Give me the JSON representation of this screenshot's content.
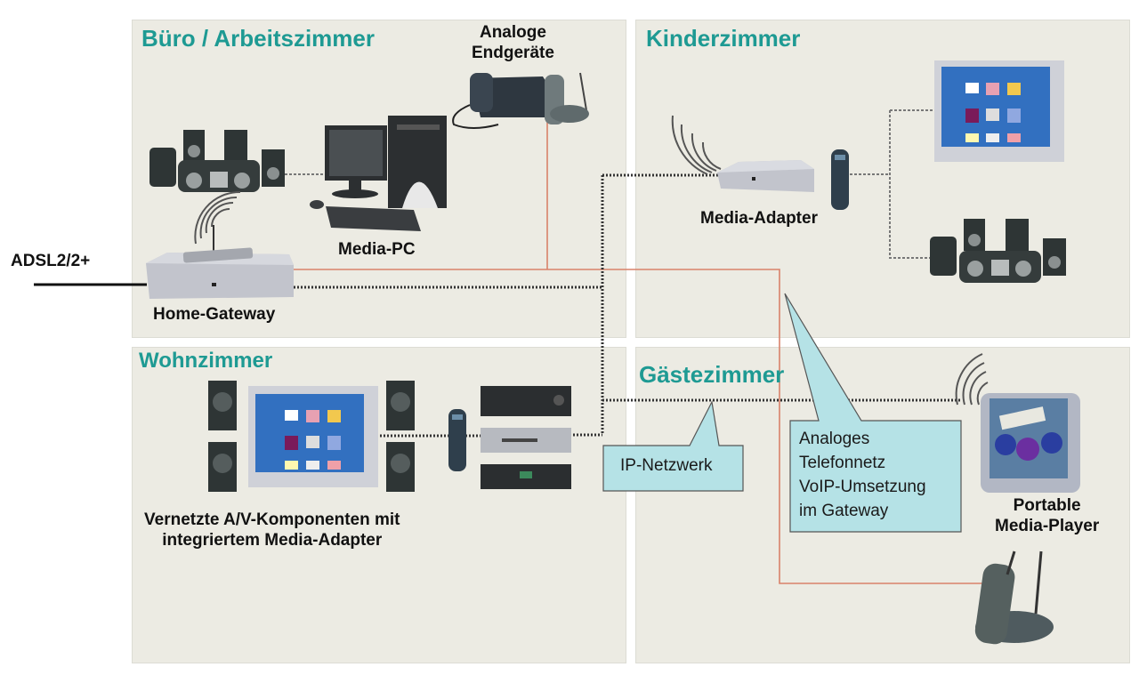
{
  "input": {
    "label": "ADSL2/2+"
  },
  "rooms": {
    "office": {
      "title": "Büro / Arbeitszimmer"
    },
    "kids": {
      "title": "Kinderzimmer"
    },
    "living": {
      "title": "Wohnzimmer"
    },
    "guest": {
      "title": "Gästezimmer"
    }
  },
  "devices": {
    "analog_endpoints": {
      "line1": "Analoge",
      "line2": "Endgeräte"
    },
    "media_pc": {
      "label": "Media-PC"
    },
    "home_gateway": {
      "label": "Home-Gateway"
    },
    "media_adapter": {
      "label": "Media-Adapter"
    },
    "av_components": {
      "line1": "Vernetzte A/V-Komponenten mit",
      "line2": "integriertem Media-Adapter"
    },
    "portable_player": {
      "line1": "Portable",
      "line2": "Media-Player"
    }
  },
  "callouts": {
    "ip_network": {
      "text": "IP-Netzwerk"
    },
    "analog_phone": {
      "line1": "Analoges",
      "line2": "Telefonnetz",
      "line3": "VoIP-Umsetzung",
      "line4": "im Gateway"
    }
  },
  "legend_colors": {
    "room_title": "#1e9a93",
    "room_background": "#ecebe3",
    "callout_fill": "#b5e2e6",
    "phone_line": "#d9826a",
    "ip_line": "#333333"
  }
}
